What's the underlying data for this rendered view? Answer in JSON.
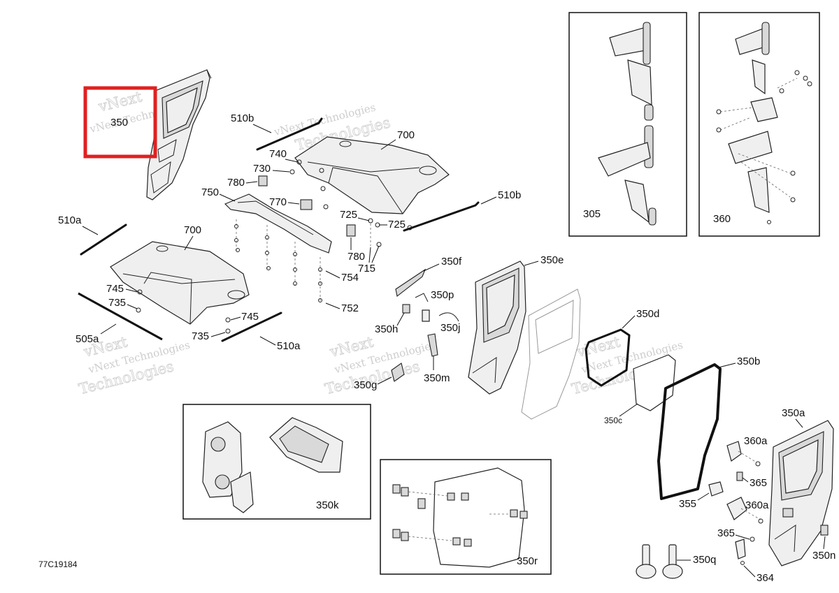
{
  "diagram": {
    "labels": {
      "l350_highlight": "350",
      "l510b_top": "510b",
      "l700_right": "700",
      "l740": "740",
      "l730": "730",
      "l780_top": "780",
      "l750": "750",
      "l770": "770",
      "l725_a": "725",
      "l725_b": "725",
      "l780_mid": "780",
      "l715": "715",
      "l754": "754",
      "l752": "752",
      "l510b_right": "510b",
      "l510a_left": "510a",
      "l700_left": "700",
      "l745_a": "745",
      "l735_a": "735",
      "l505a": "505a",
      "l745_b": "745",
      "l735_b": "735",
      "l510a_bottom": "510a",
      "l350f": "350f",
      "l350e": "350e",
      "l350p": "350p",
      "l350h": "350h",
      "l350j": "350j",
      "l350m": "350m",
      "l350g": "350g",
      "l350d": "350d",
      "l350c": "350c",
      "l350b": "350b",
      "l350a": "350a",
      "l360a_a": "360a",
      "l365_a": "365",
      "l355": "355",
      "l360a_b": "360a",
      "l365_b": "365",
      "l350n": "350n",
      "l350q": "350q",
      "l364": "364",
      "l350k": "350k",
      "l350r": "350r",
      "l305": "305",
      "l360": "360",
      "drawing_number": "77C19184"
    },
    "watermarks": {
      "brand": "vNext",
      "line": "vNext Technologies",
      "word": "Technologies"
    },
    "colors": {
      "highlight": "#e02020",
      "ink": "#111111",
      "watermark": "#bdbdbd"
    }
  }
}
